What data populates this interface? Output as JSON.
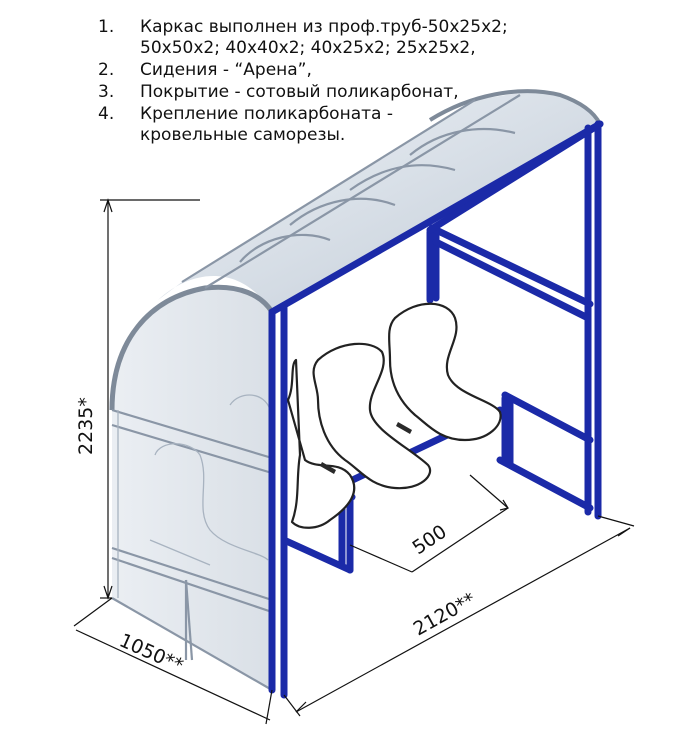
{
  "notes": [
    {
      "number": "1.",
      "lines": [
        "Каркас выполнен из проф.труб-50х25х2;",
        "50х50х2; 40х40х2; 40х25х2; 25х25х2,"
      ]
    },
    {
      "number": "2.",
      "lines": [
        "Сидения - “Арена”,"
      ]
    },
    {
      "number": "3.",
      "lines": [
        "Покрытие - сотовый поликарбонат,"
      ]
    },
    {
      "number": "4.",
      "lines": [
        "Крепление поликарбоната -",
        "кровельные саморезы."
      ]
    }
  ],
  "dimensions": {
    "height": "2235*",
    "seat_pitch": "500",
    "length": "2120**",
    "depth": "1050**"
  },
  "colors": {
    "frame": "#1b2aa8",
    "polycarbonate": "#c9d2dc",
    "line": "#111111"
  }
}
